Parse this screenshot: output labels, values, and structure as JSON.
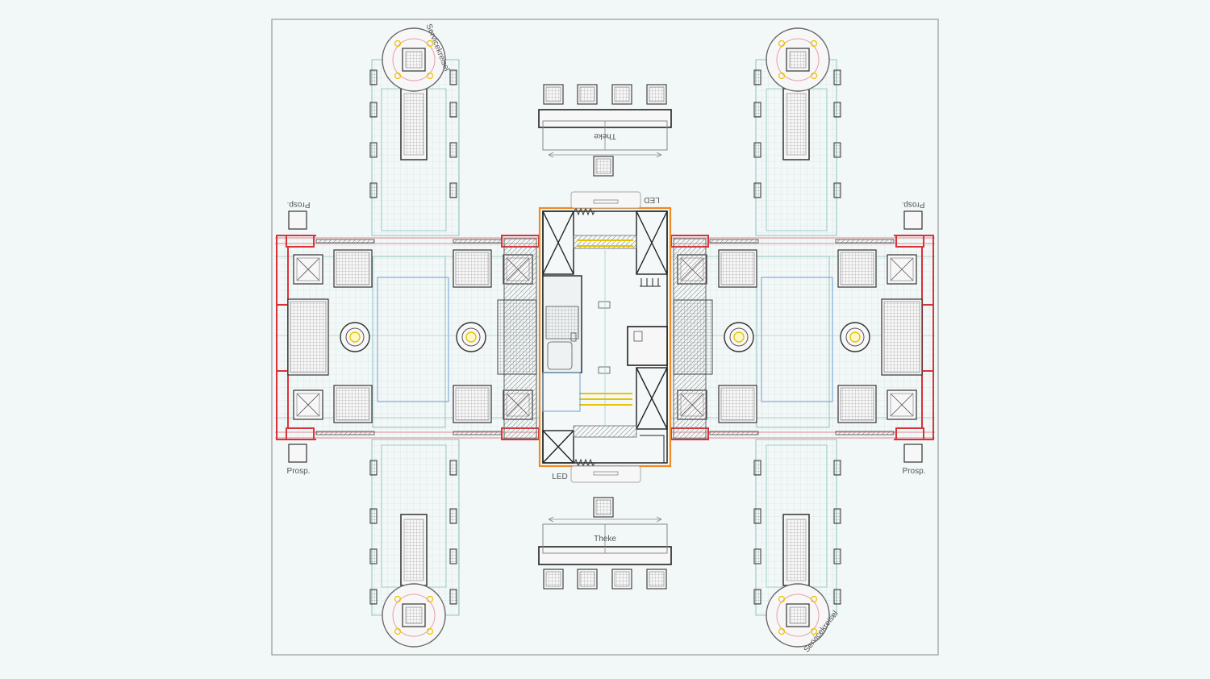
{
  "labels": {
    "counter_top": "Theke",
    "counter_bottom": "Theke",
    "led_top": "LED",
    "led_bottom": "LED",
    "prosp_top_left": "Prosp.",
    "prosp_top_right": "Prosp.",
    "prosp_bottom_left": "Prosp.",
    "prosp_bottom_right": "Prosp.",
    "service_top": "Servicekreisel",
    "service_bottom": "Servicekreisel"
  },
  "colors": {
    "background": "#f2f7f7",
    "frame": "#9a9a9a",
    "red_barrier": "#d9333a",
    "pink_rail": "#e6a0a6",
    "orange_stage": "#f08a24",
    "teal_line": "#8fc5c0",
    "blue_line": "#6a9fd4",
    "yellow_light": "#e8c400",
    "dark": "#333333"
  },
  "icons": {
    "chair": "chair-icon",
    "table": "table-icon",
    "spotlight": "round-spot-icon",
    "truss": "truss-cross-icon"
  }
}
